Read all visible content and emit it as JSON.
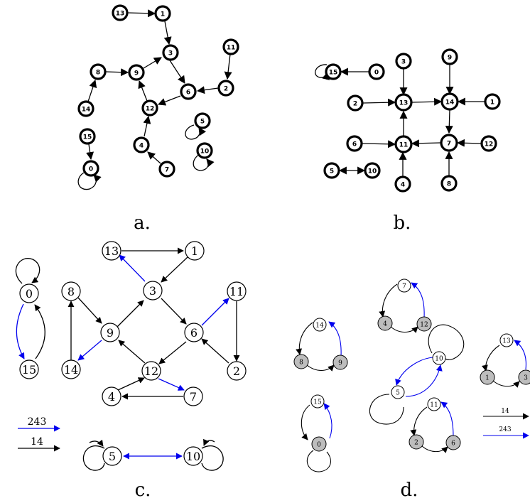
{
  "captions": {
    "a": "a.",
    "b": "b.",
    "c": "c.",
    "d": "d."
  },
  "colors": {
    "black": "#000000",
    "blue": "#0000ee",
    "gray_fill": "#bdbdbd",
    "white": "#ffffff"
  },
  "panel_a": {
    "nodes": [
      "13",
      "1",
      "3",
      "11",
      "8",
      "9",
      "6",
      "2",
      "14",
      "12",
      "5",
      "15",
      "4",
      "10",
      "0",
      "7"
    ]
  },
  "panel_b": {
    "nodes": [
      "15",
      "0",
      "3",
      "9",
      "2",
      "13",
      "14",
      "1",
      "6",
      "11",
      "7",
      "12",
      "5",
      "10",
      "4",
      "8"
    ]
  },
  "panel_c": {
    "nodes": [
      "13",
      "1",
      "0",
      "8",
      "3",
      "11",
      "9",
      "6",
      "15",
      "14",
      "12",
      "2",
      "4",
      "7",
      "5",
      "10"
    ],
    "legend": [
      {
        "label": "243",
        "color": "blue"
      },
      {
        "label": "14",
        "color": "black"
      }
    ]
  },
  "panel_d": {
    "nodes": [
      "7",
      "4",
      "12",
      "14",
      "8",
      "9",
      "10",
      "5",
      "13",
      "1",
      "3",
      "15",
      "0",
      "11",
      "2",
      "6"
    ],
    "legend": [
      {
        "label": "14",
        "color": "black"
      },
      {
        "label": "243",
        "color": "blue"
      }
    ]
  }
}
